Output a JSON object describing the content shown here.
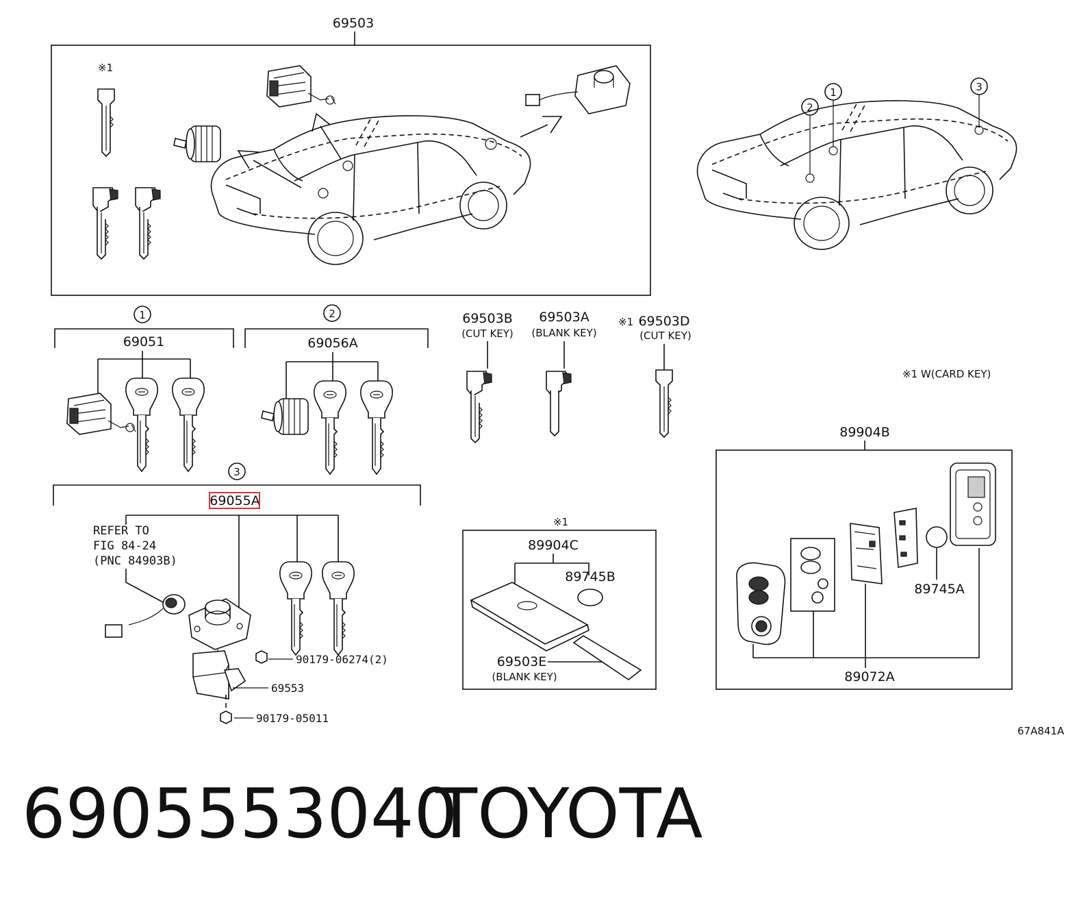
{
  "labels": {
    "assembly_main": "69503",
    "callout_1": "1",
    "callout_2": "2",
    "callout_3": "3",
    "set1_part": "69051",
    "set2_part": "69056A",
    "set3_part": "69055A",
    "key_b": "69503B",
    "key_b_note": "(CUT KEY)",
    "key_a": "69503A",
    "key_a_note": "(BLANK KEY)",
    "key_d_mark": "※1",
    "key_d": "69503D",
    "key_d_note": "(CUT KEY)",
    "card_note": "※1 W(CARD KEY)",
    "refer_line1": "REFER TO",
    "refer_line2": "FIG 84-24",
    "refer_line3": "(PNC 84903B)",
    "part_screw_a": "90179-06274(2)",
    "part_bracket": "69553",
    "part_screw_b": "90179-05011",
    "card_mark": "※1",
    "card_assy": "89904C",
    "card_battery": "89745B",
    "card_key": "69503E",
    "card_key_note": "(BLANK KEY)",
    "remote_assy": "89904B",
    "remote_battery": "89745A",
    "remote_transmitter": "89072A",
    "key_blank_mark": "※1",
    "diagram_code": "67A841A"
  },
  "footer": {
    "part_number": "6905553040",
    "brand": "TOYOTA"
  },
  "highlight_color": "#d9343a"
}
